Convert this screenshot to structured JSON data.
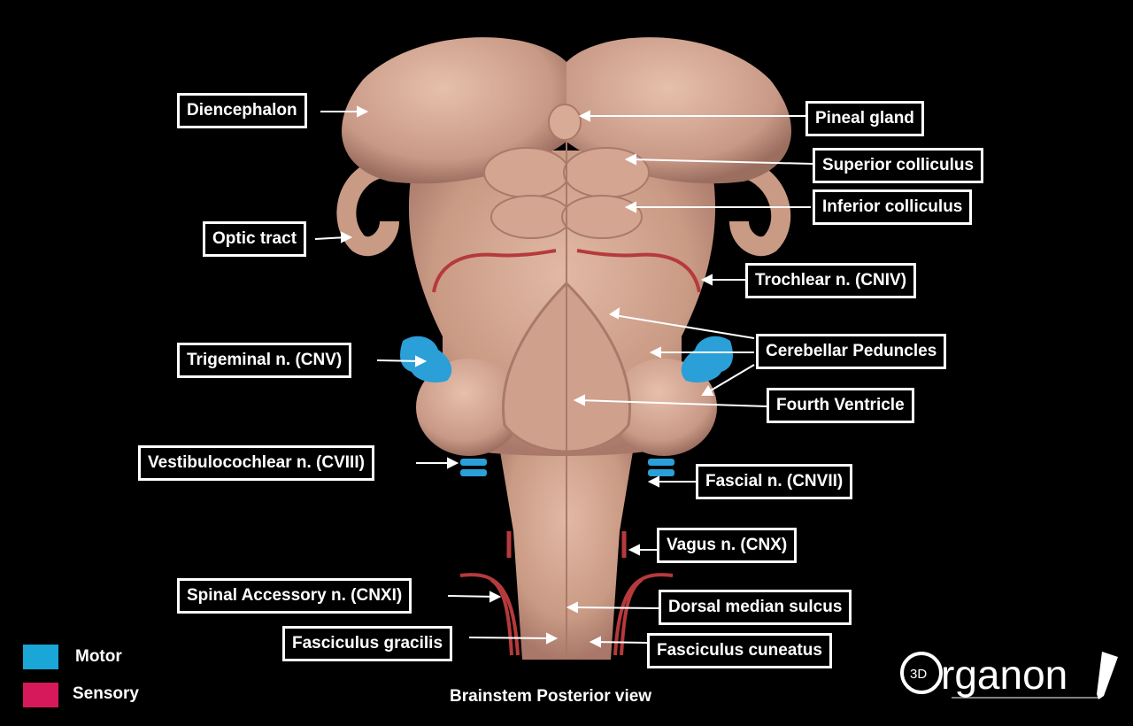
{
  "labels": {
    "diencephalon": "Diencephalon",
    "pineal_gland": "Pineal gland",
    "superior_colliculus": "Superior colliculus",
    "inferior_colliculus": "Inferior colliculus",
    "optic_tract": "Optic tract",
    "trochlear": "Trochlear n. (CNIV)",
    "trigeminal": "Trigeminal n. (CNV)",
    "cerebellar_peduncles": "Cerebellar Peduncles",
    "fourth_ventricle": "Fourth Ventricle",
    "vestibulocochlear": "Vestibulocochlear n. (CVIII)",
    "facial": "Fascial n. (CNVII)",
    "vagus": "Vagus n. (CNX)",
    "spinal_accessory": "Spinal Accessory n. (CNXI)",
    "dorsal_median_sulcus": "Dorsal median sulcus",
    "fasciculus_gracilis": "Fasciculus gracilis",
    "fasciculus_cuneatus": "Fasciculus cuneatus"
  },
  "legend": {
    "motor": {
      "label": "Motor",
      "color": "#1aa6d6"
    },
    "sensory": {
      "label": "Sensory",
      "color": "#d6195a"
    }
  },
  "caption": "Brainstem Posterior view",
  "logo": {
    "prefix": "3D",
    "text": "rganon"
  },
  "colors": {
    "tissue": "#d9ad98",
    "tissue_dark": "#b88a74",
    "nerve_red": "#b53a3c",
    "nerve_blue": "#2a9fd8"
  }
}
